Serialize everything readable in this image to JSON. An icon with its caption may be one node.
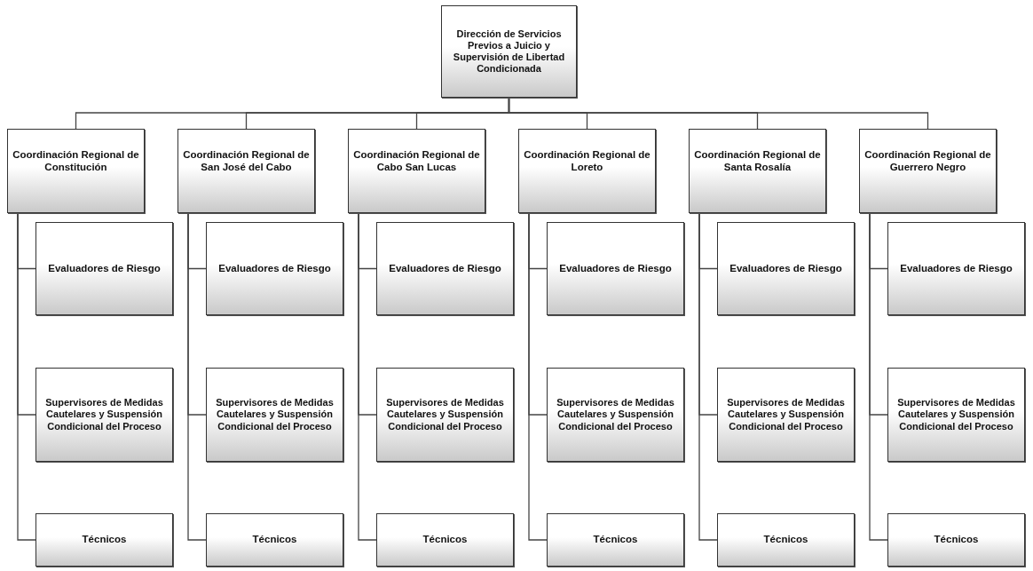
{
  "diagram": {
    "nodes": [
      {
        "text": [
          "Dirección de Servicios Previos a Juicio y Supervisión de Libertad Condicionada"
        ]
      },
      {
        "text": [
          "Coordinación Regional de Constitución"
        ]
      },
      {
        "text": [
          "Evaluadores de Riesgo"
        ]
      },
      {
        "text": [
          "Supervisores de Medidas Cautelares y Suspensión Condicional del Proceso"
        ]
      },
      {
        "text": [
          "Técnicos"
        ]
      },
      {
        "text": [
          "Coordinación Regional de San José del Cabo"
        ]
      },
      {
        "text": [
          "Evaluadores de Riesgo"
        ]
      },
      {
        "text": [
          "Supervisores de Medidas Cautelares y Suspensión Condicional del Proceso"
        ]
      },
      {
        "text": [
          "Técnicos"
        ]
      },
      {
        "text": [
          "Coordinación Regional de Cabo San Lucas"
        ]
      },
      {
        "text": [
          "Evaluadores de Riesgo"
        ]
      },
      {
        "text": [
          "Supervisores de Medidas Cautelares y Suspensión Condicional del Proceso"
        ]
      },
      {
        "text": [
          "Técnicos"
        ]
      },
      {
        "text": [
          "Coordinación Regional de Loreto"
        ]
      },
      {
        "text": [
          "Evaluadores de Riesgo"
        ]
      },
      {
        "text": [
          "Supervisores de Medidas Cautelares y Suspensión Condicional del Proceso"
        ]
      },
      {
        "text": [
          "Técnicos"
        ]
      },
      {
        "text": [
          "Coordinación Regional de Santa Rosalía"
        ]
      },
      {
        "text": [
          "Evaluadores de Riesgo"
        ]
      },
      {
        "text": [
          "Supervisores de Medidas Cautelares y Suspensión Condicional del Proceso"
        ]
      },
      {
        "text": [
          "Técnicos"
        ]
      },
      {
        "text": [
          "Coordinación Regional de Guerrero Negro"
        ]
      },
      {
        "text": [
          "Evaluadores de Riesgo"
        ]
      },
      {
        "text": [
          "Supervisores de Medidas Cautelares y Suspensión Condicional del Proceso"
        ]
      },
      {
        "text": [
          "Técnicos"
        ]
      }
    ],
    "edges": [
      {
        "from": 0,
        "to": 1,
        "arrow": "none"
      },
      {
        "from": 0,
        "to": 5,
        "arrow": "none"
      },
      {
        "from": 0,
        "to": 9,
        "arrow": "none"
      },
      {
        "from": 0,
        "to": 13,
        "arrow": "none"
      },
      {
        "from": 0,
        "to": 17,
        "arrow": "none"
      },
      {
        "from": 0,
        "to": 21,
        "arrow": "none"
      },
      {
        "from": 1,
        "to": 2,
        "arrow": "none"
      },
      {
        "from": 1,
        "to": 3,
        "arrow": "none"
      },
      {
        "from": 1,
        "to": 4,
        "arrow": "none"
      },
      {
        "from": 5,
        "to": 6,
        "arrow": "none"
      },
      {
        "from": 5,
        "to": 7,
        "arrow": "none"
      },
      {
        "from": 5,
        "to": 8,
        "arrow": "none"
      },
      {
        "from": 9,
        "to": 10,
        "arrow": "none"
      },
      {
        "from": 9,
        "to": 11,
        "arrow": "none"
      },
      {
        "from": 9,
        "to": 12,
        "arrow": "none"
      },
      {
        "from": 13,
        "to": 14,
        "arrow": "none"
      },
      {
        "from": 13,
        "to": 15,
        "arrow": "none"
      },
      {
        "from": 13,
        "to": 16,
        "arrow": "none"
      },
      {
        "from": 17,
        "to": 18,
        "arrow": "none"
      },
      {
        "from": 17,
        "to": 19,
        "arrow": "none"
      },
      {
        "from": 17,
        "to": 20,
        "arrow": "none"
      },
      {
        "from": 21,
        "to": 22,
        "arrow": "none"
      },
      {
        "from": 21,
        "to": 23,
        "arrow": "none"
      },
      {
        "from": 21,
        "to": 24,
        "arrow": "none"
      }
    ]
  }
}
